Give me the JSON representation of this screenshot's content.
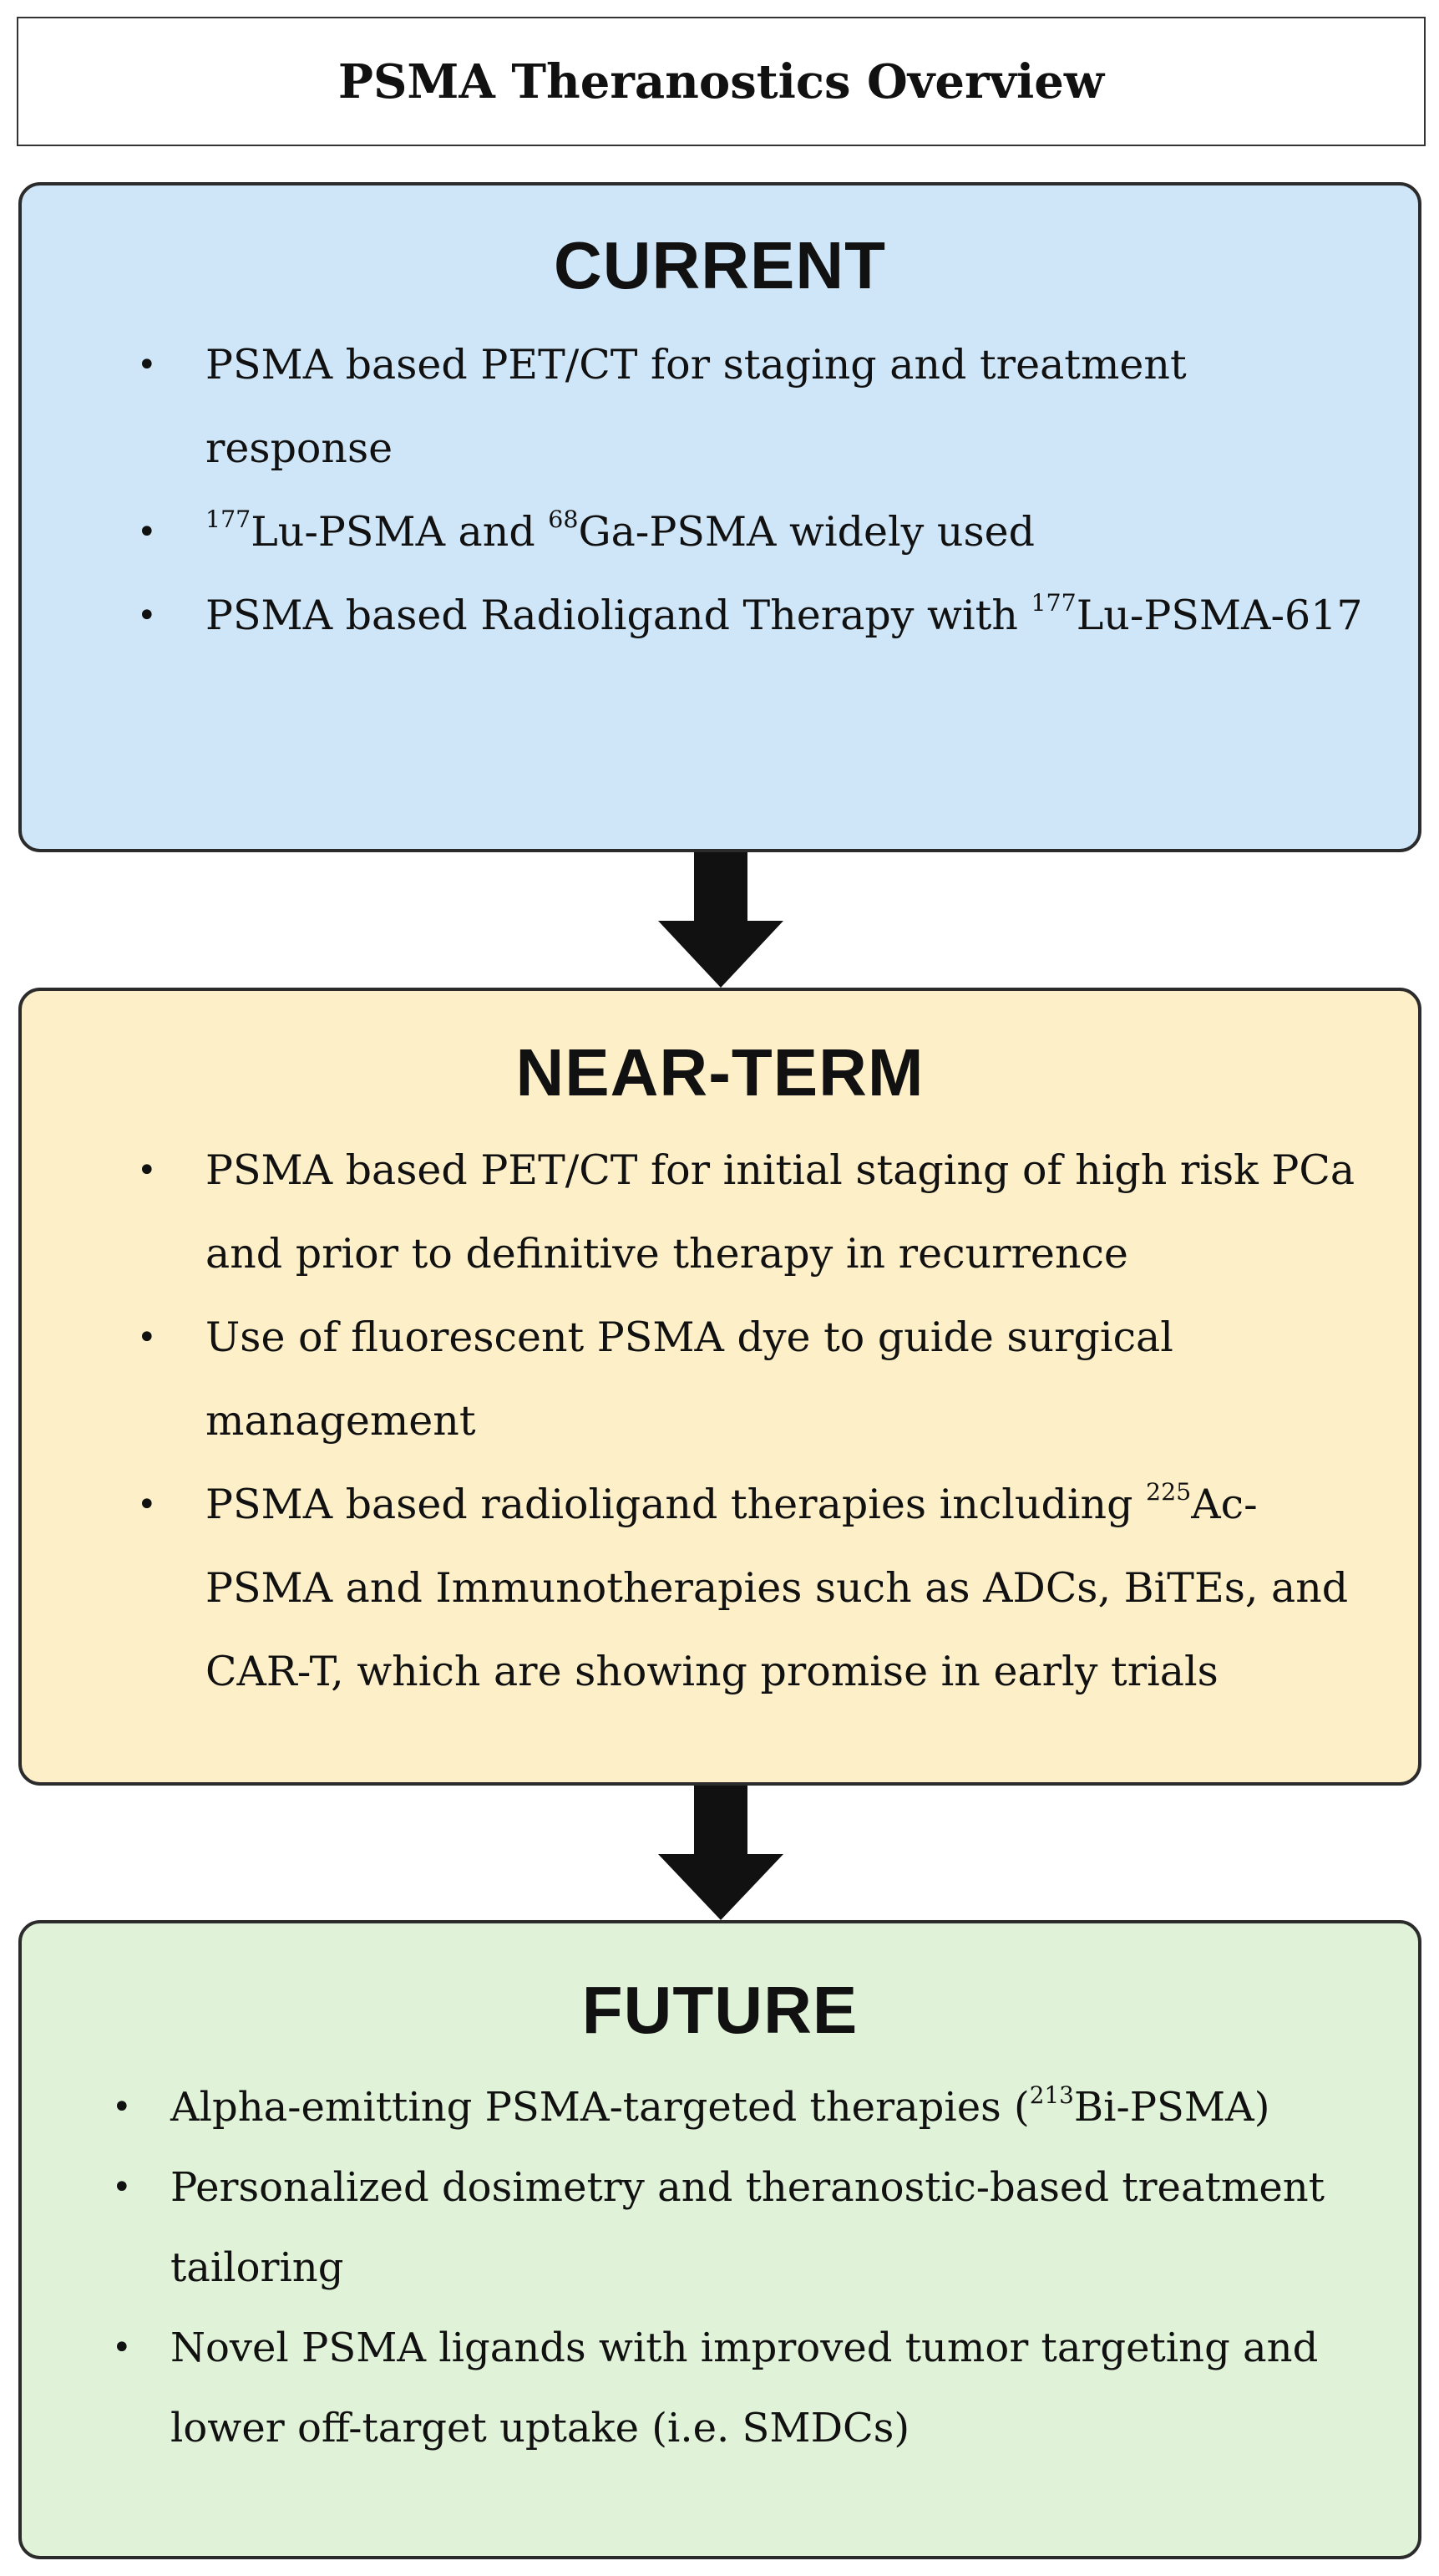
{
  "title": "PSMA Theranostics Overview",
  "stages": {
    "current": {
      "heading": "CURRENT",
      "color": "#cfe6f8",
      "items": [
        {
          "text": "PSMA based PET/CT for staging and treatment response"
        },
        {
          "sup1": "177",
          "t1": "Lu-PSMA and ",
          "sup2": "68",
          "t2": "Ga-PSMA widely used"
        },
        {
          "t1": "PSMA based Radioligand Therapy with ",
          "sup": "177",
          "t2": "Lu-PSMA-617"
        }
      ]
    },
    "near_term": {
      "heading": "NEAR-TERM",
      "color": "#fdf0c9",
      "items": [
        {
          "text": "PSMA based PET/CT for initial staging of high risk PCa and prior to definitive therapy in recurrence"
        },
        {
          "text": "Use of fluorescent PSMA dye to guide surgical management"
        },
        {
          "t1": "PSMA based radioligand therapies including ",
          "sup": "225",
          "t2": "Ac-PSMA and Immunotherapies such as ADCs, BiTEs, and CAR-T, which are showing promise in early trials"
        }
      ]
    },
    "future": {
      "heading": "FUTURE",
      "color": "#e0f2d7",
      "items": [
        {
          "t1": "Alpha-emitting PSMA-targeted therapies (",
          "sup": "213",
          "t2": "Bi-PSMA)"
        },
        {
          "text": "Personalized dosimetry and theranostic-based treatment tailoring"
        },
        {
          "text": "Novel PSMA ligands with improved tumor targeting and lower off-target uptake (i.e. SMDCs)"
        }
      ]
    }
  },
  "bullet_glyph": "•"
}
